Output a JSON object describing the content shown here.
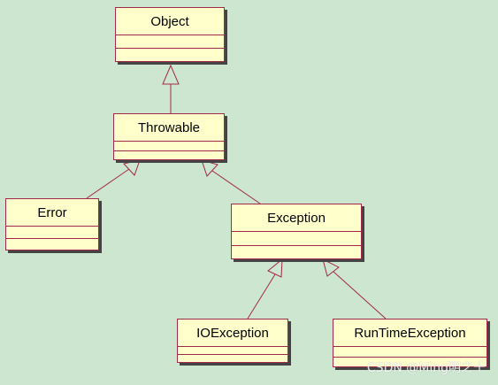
{
  "diagram": {
    "classes": [
      {
        "id": "object",
        "name": "Object"
      },
      {
        "id": "throwable",
        "name": "Throwable"
      },
      {
        "id": "error",
        "name": "Error"
      },
      {
        "id": "exception",
        "name": "Exception"
      },
      {
        "id": "ioexception",
        "name": "IOException"
      },
      {
        "id": "runtimeexception",
        "name": "RunTimeException"
      }
    ],
    "inheritance": [
      {
        "child": "throwable",
        "parent": "object"
      },
      {
        "child": "error",
        "parent": "throwable"
      },
      {
        "child": "exception",
        "parent": "throwable"
      },
      {
        "child": "ioexception",
        "parent": "exception"
      },
      {
        "child": "runtimeexception",
        "parent": "exception"
      }
    ],
    "colors": {
      "background": "#cce6d0",
      "class_fill": "#ffffcc",
      "border": "#a3294a",
      "shadow": "#444444"
    }
  },
  "watermark": "CSDN @Ming明之十"
}
